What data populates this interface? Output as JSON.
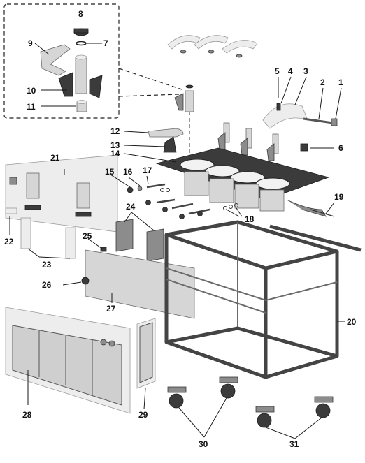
{
  "callouts": [
    {
      "id": "1",
      "label": "1"
    },
    {
      "id": "2",
      "label": "2"
    },
    {
      "id": "3",
      "label": "3"
    },
    {
      "id": "4",
      "label": "4"
    },
    {
      "id": "5",
      "label": "5"
    },
    {
      "id": "6",
      "label": "6"
    },
    {
      "id": "7",
      "label": "7"
    },
    {
      "id": "8",
      "label": "8"
    },
    {
      "id": "9",
      "label": "9"
    },
    {
      "id": "10",
      "label": "10"
    },
    {
      "id": "11",
      "label": "11"
    },
    {
      "id": "12",
      "label": "12"
    },
    {
      "id": "13",
      "label": "13"
    },
    {
      "id": "14",
      "label": "14"
    },
    {
      "id": "15",
      "label": "15"
    },
    {
      "id": "16",
      "label": "16"
    },
    {
      "id": "17",
      "label": "17"
    },
    {
      "id": "18",
      "label": "18"
    },
    {
      "id": "19",
      "label": "19"
    },
    {
      "id": "20",
      "label": "20"
    },
    {
      "id": "21",
      "label": "21"
    },
    {
      "id": "22",
      "label": "22"
    },
    {
      "id": "23",
      "label": "23"
    },
    {
      "id": "24",
      "label": "24"
    },
    {
      "id": "25",
      "label": "25"
    },
    {
      "id": "26",
      "label": "26"
    },
    {
      "id": "27",
      "label": "27"
    },
    {
      "id": "28",
      "label": "28"
    },
    {
      "id": "29",
      "label": "29"
    },
    {
      "id": "30",
      "label": "30"
    },
    {
      "id": "31",
      "label": "31"
    }
  ],
  "colors": {
    "background": "#ffffff",
    "line": "#1a1a1a",
    "dark_part": "#3b3b3b",
    "light_part": "#d6d6d6"
  }
}
